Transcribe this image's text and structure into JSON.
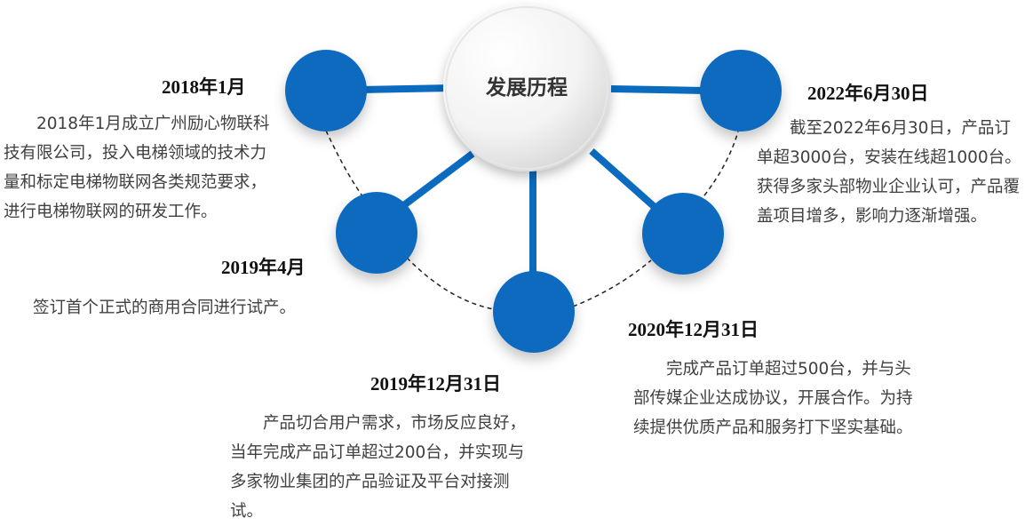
{
  "title": "发展历程",
  "colors": {
    "node": "#0a6bbf",
    "spoke": "#0a6bbf",
    "connector": "#222222",
    "hub_light": "#ffffff",
    "hub_dark": "#d2d2d2"
  },
  "milestones": [
    {
      "date": "2018年1月",
      "text": "2018年1月成立广州励心物联科技有限公司，投入电梯领域的技术力量和标定电梯物联网各类规范要求，进行电梯物联网的研发工作。"
    },
    {
      "date": "2019年4月",
      "text": "签订首个正式的商用合同进行试产。"
    },
    {
      "date": "2019年12月31日",
      "text": "产品切合用户需求，市场反应良好，当年完成产品订单超过200台，并实现与多家物业集团的产品验证及平台对接测试。"
    },
    {
      "date": "2020年12月31日",
      "text": "完成产品订单超过500台，并与头部传媒企业达成协议，开展合作。为持续提供优质产品和服务打下坚实基础。"
    },
    {
      "date": "2022年6月30日",
      "text": "截至2022年6月30日，产品订单超3000台，安装在线超1000台。 获得多家头部物业企业认可，产品覆盖项目增多，影响力逐渐增强。"
    }
  ]
}
